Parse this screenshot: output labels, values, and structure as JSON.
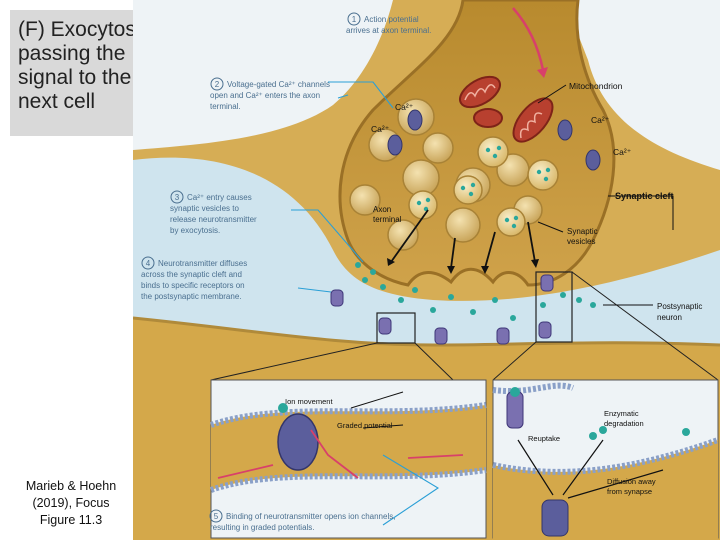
{
  "slide": {
    "title": "(F) Exocytosis: passing the signal to the next cell",
    "citation": [
      "Marieb & Hoehn",
      "(2019), Focus",
      "Figure 11.3"
    ]
  },
  "figure": {
    "steps": [
      {
        "num": "1",
        "lines": [
          "Action potential",
          "arrives at axon terminal."
        ]
      },
      {
        "num": "2",
        "lines": [
          "Voltage-gated Ca²⁺ channels",
          "open and Ca²⁺ enters the axon",
          "terminal."
        ]
      },
      {
        "num": "3",
        "lines": [
          "Ca²⁺ entry causes",
          "synaptic vesicles to",
          "release neurotransmitter",
          "by exocytosis."
        ]
      },
      {
        "num": "4",
        "lines": [
          "Neurotransmitter diffuses",
          "across the synaptic cleft and",
          "binds to specific receptors on",
          "the postsynaptic membrane."
        ]
      },
      {
        "num": "5",
        "lines": [
          "Binding of neurotransmitter opens ion channels,",
          "resulting in graded potentials."
        ]
      }
    ],
    "labels": {
      "mitochondrion": "Mitochondrion",
      "ca_1": "Ca²⁺",
      "ca_2": "Ca²⁺",
      "ca_3": "Ca²⁺",
      "ca_4": "Ca²⁺",
      "synaptic_cleft": "Synaptic cleft",
      "axon_terminal": [
        "Axon",
        "terminal"
      ],
      "synaptic_vesicles": [
        "Synaptic",
        "vesicles"
      ],
      "postsynaptic_neuron": [
        "Postsynaptic",
        "neuron"
      ],
      "ion_movement": "Ion movement",
      "graded_potential": "Graded potential",
      "reuptake": "Reuptake",
      "enzymatic_degradation": [
        "Enzymatic",
        "degradation"
      ],
      "diffusion_away": [
        "Diffusion away",
        "from synapse"
      ]
    },
    "colors": {
      "axon": "#c49a3c",
      "neuron_body": "#d4a84a",
      "cleft": "#cfe4ee",
      "membrane": "#8aa0c8",
      "channel": "#5b5e9c",
      "neurotransmitter": "#2aa79b",
      "mitochondrion": "#b8402f",
      "leader_line": "#2a9fd6",
      "step_text": "#4a6f8f"
    }
  }
}
